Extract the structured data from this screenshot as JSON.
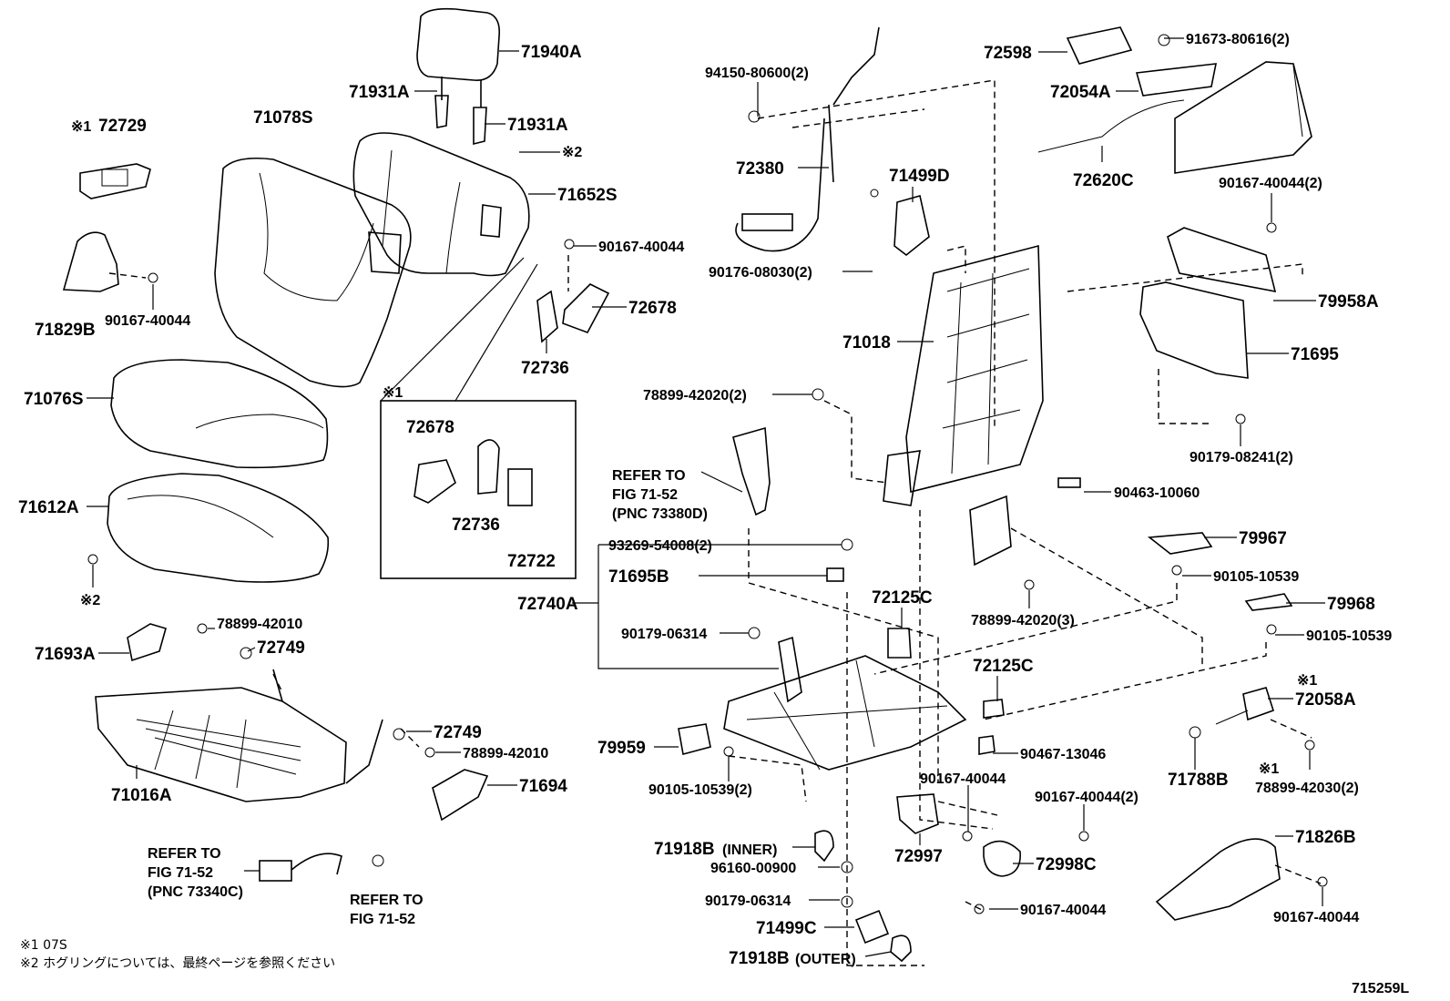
{
  "diagram_id": "715259L",
  "footnotes": {
    "note1": "※1  07S",
    "note2": "※2  ホグリングについては、最終ページを参照ください"
  },
  "labels": {
    "p71940A": "71940A",
    "p71931A_1": "71931A",
    "p71931A_2": "71931A",
    "p72729": "72729",
    "mark1_72729": "※1",
    "p71078S": "71078S",
    "mark2_top": "※2",
    "p71652S": "71652S",
    "p90167_40044_a": "90167-40044",
    "p72678_a": "72678",
    "p72736_a": "72736",
    "p71829B": "71829B",
    "p90167_40044_b": "90167-40044",
    "p71076S": "71076S",
    "p71612A": "71612A",
    "mark2_bottom": "※2",
    "inset_mark": "※1",
    "p72678_b": "72678",
    "p72736_b": "72736",
    "p72722": "72722",
    "p71693A": "71693A",
    "p78899_42010_a": "78899-42010",
    "p72749_a": "72749",
    "p71016A": "71016A",
    "p72749_b": "72749",
    "p78899_42010_b": "78899-42010",
    "p71694": "71694",
    "refer1_l1": "REFER TO",
    "refer1_l2": "FIG 71-52",
    "refer1_l3": "(PNC 73340C)",
    "refer2_l1": "REFER TO",
    "refer2_l2": "FIG 71-52",
    "p94150": "94150-80600(2)",
    "p72380": "72380",
    "p90176": "90176-08030(2)",
    "p71499D": "71499D",
    "p72598": "72598",
    "p91673": "91673-80616(2)",
    "p72054A": "72054A",
    "p72620C": "72620C",
    "p90167_40044_2a": "90167-40044(2)",
    "p79958A": "79958A",
    "p71695": "71695",
    "p90179_08241": "90179-08241(2)",
    "p71018": "71018",
    "p78899_42020_2": "78899-42020(2)",
    "refer3_l1": "REFER TO",
    "refer3_l2": "FIG 71-52",
    "refer3_l3": "(PNC 73380D)",
    "p90463": "90463-10060",
    "p93269": "93269-54008(2)",
    "p71695B": "71695B",
    "p72740A": "72740A",
    "p72125C_1": "72125C",
    "p78899_42020_3": "78899-42020(3)",
    "p79967": "79967",
    "p90105_10539_a": "90105-10539",
    "p79968": "79968",
    "p90105_10539_b": "90105-10539",
    "p90179_06314_a": "90179-06314",
    "p72125C_2": "72125C",
    "mark1_72058A": "※1",
    "p72058A": "72058A",
    "p79959": "79959",
    "p90467": "90467-13046",
    "p90105_10539_2": "90105-10539(2)",
    "p90167_40044_c": "90167-40044",
    "p71788B": "71788B",
    "mark1_78899": "※1",
    "p78899_42030": "78899-42030(2)",
    "p90167_40044_2b": "90167-40044(2)",
    "p71918B_inner": "71918B",
    "inner_tag": "(INNER)",
    "p72997": "72997",
    "p72998C": "72998C",
    "p71826B": "71826B",
    "p96160": "96160-00900",
    "p90179_06314_b": "90179-06314",
    "p90167_40044_d": "90167-40044",
    "p90167_40044_e": "90167-40044",
    "p71499C": "71499C",
    "p71918B_outer": "71918B",
    "outer_tag": "(OUTER)"
  }
}
